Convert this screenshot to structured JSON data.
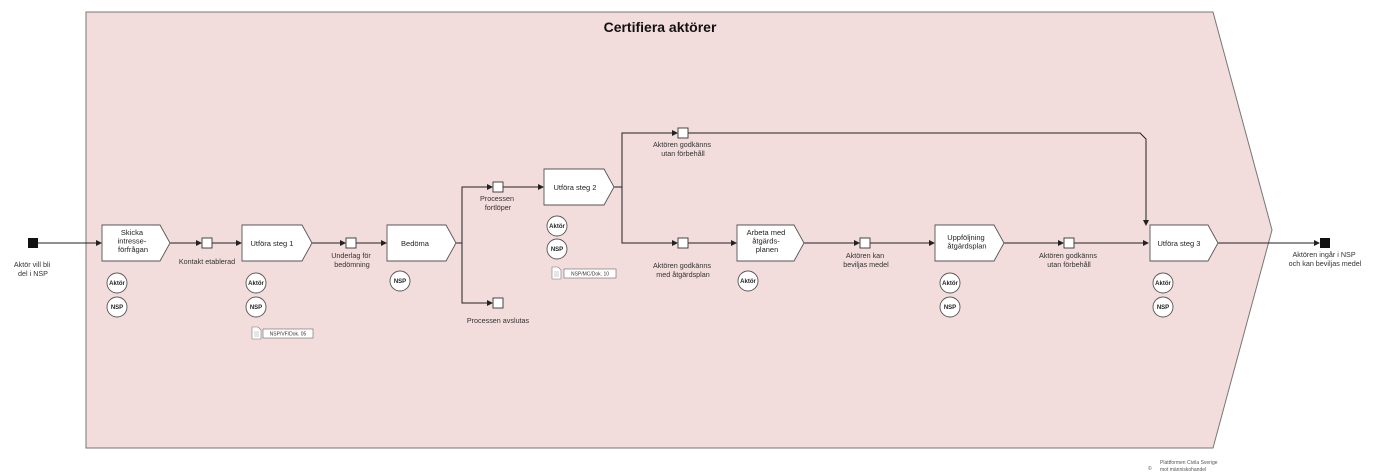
{
  "title": "Certifiera aktörer",
  "start_label": [
    "Aktör vill bli",
    "del i NSP"
  ],
  "end_label": [
    "Aktören ingår i NSP",
    "och kan beviljas medel"
  ],
  "activities": {
    "skicka": [
      "Skicka",
      "intresse-",
      "förfrågan"
    ],
    "steg1": [
      "Utföra steg 1"
    ],
    "bedoma": [
      "Bedöma"
    ],
    "steg2": [
      "Utföra steg 2"
    ],
    "arbeta": [
      "Arbeta med",
      "åtgärds-",
      "planen"
    ],
    "uppfoljning": [
      "Uppföljning",
      "åtgärdsplan"
    ],
    "steg3": [
      "Utföra steg 3"
    ]
  },
  "events": {
    "kontakt": [
      "Kontakt etablerad"
    ],
    "underlag": [
      "Underlag för",
      "bedömning"
    ],
    "fortloper": [
      "Processen",
      "fortlöper"
    ],
    "avslutas": [
      "Processen avslutas"
    ],
    "utan_top": [
      "Aktören godkänns",
      "utan förbehåll"
    ],
    "med_plan": [
      "Aktören godkänns",
      "med åtgärdsplan"
    ],
    "kan_beviljas": [
      "Aktören kan",
      "beviljas medel"
    ],
    "utan_right": [
      "Aktören godkänns",
      "utan förbehåll"
    ]
  },
  "roles": {
    "aktor": "Aktör",
    "nsp": "NSP"
  },
  "documents": {
    "doc1": "NSP/VF/Dok. 05",
    "doc2": "NSP/MC/Dok. 10"
  },
  "footer": {
    "symbol": "©",
    "line1": "Plattformen Civila Sverige",
    "line2": "mot människohandel"
  },
  "colors": {
    "background_shape": "#f3dcdc",
    "background_stroke": "#777777"
  }
}
